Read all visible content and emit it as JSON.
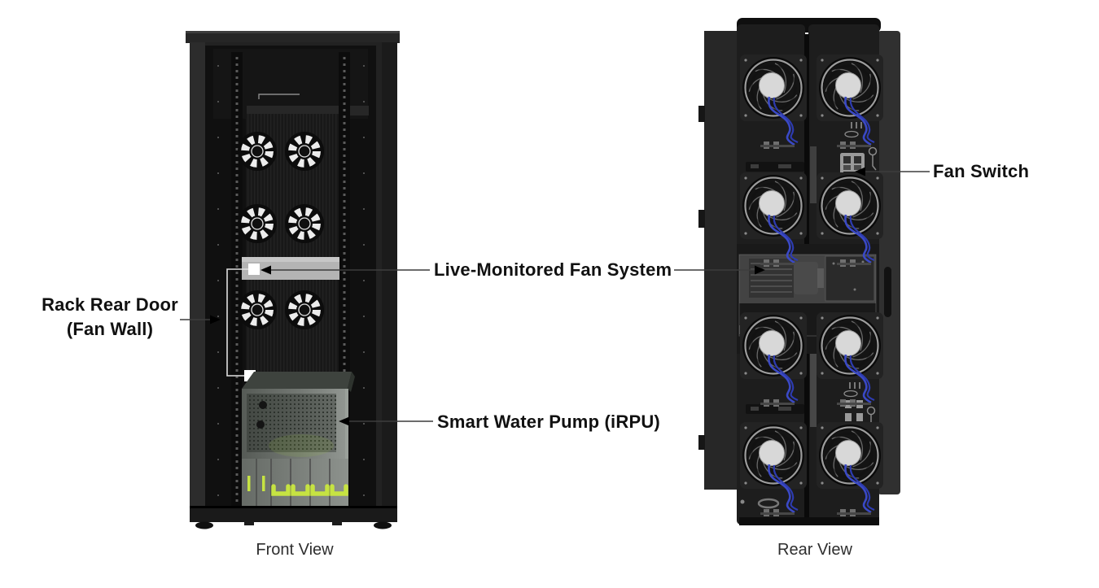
{
  "diagram": {
    "type": "hardware-callout-diagram",
    "subject": "liquid-cooled server rack with fan-wall rear door"
  },
  "captions": {
    "front": "Front View",
    "rear": "Rear View"
  },
  "labels": {
    "rack_rear_door": "Rack Rear Door\n(Fan Wall)",
    "fan_system": "Live-Monitored Fan System",
    "water_pump": "Smart Water Pump (iRPU)",
    "fan_switch": "Fan Switch"
  },
  "icons": {
    "front_fan": "fan-icon",
    "rear_fan": "fan-icon",
    "arrowhead": "arrowhead-icon",
    "fan_wall_marker": "white-square-marker"
  },
  "colors": {
    "background": "#ffffff",
    "label_text": "#111111",
    "caption_text": "#2e2e2e",
    "callout_line": "#3c3c3c",
    "rack_black": "#1d1d1d",
    "fan_wall_bar_gray": "#b4b4b4",
    "marker_white": "#ffffff",
    "pump_metal": "#7d827d",
    "handle_green": "#c6e342",
    "cable_blue": "#3a49c6",
    "fan_hub_gray": "#d8d8d8",
    "switch_gray": "#9a9a9a"
  }
}
